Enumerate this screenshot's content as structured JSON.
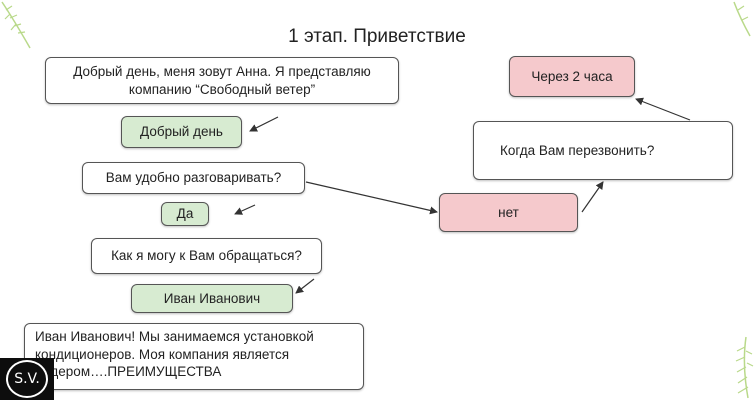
{
  "title": "1 этап. Приветствие",
  "boxes": {
    "greeting": "Добрый день, меня зовут Анна. Я представляю компанию “Свободный ветер”",
    "reply_hello": "Добрый день",
    "ask_convenient": "Вам удобно разговаривать?",
    "yes": "Да",
    "ask_name": "Как я могу к Вам обращаться?",
    "name": "Иван Иванович",
    "pitch": "Иван Иванович! Мы занимаемся установкой кондиционеров. Моя компания является лидером….ПРЕИМУЩЕСТВА",
    "in_two_hours": "Через 2 часа",
    "when_call_back": "Когда Вам перезвонить?",
    "no": "нет"
  },
  "logo": "S.V.",
  "colors": {
    "green_box": "#d7ebd1",
    "pink_box": "#f5c9cc",
    "border": "#555555",
    "deco_green": "#b9d98a"
  },
  "icons": [
    "leaf-decoration-icon",
    "sv-logo-icon"
  ]
}
